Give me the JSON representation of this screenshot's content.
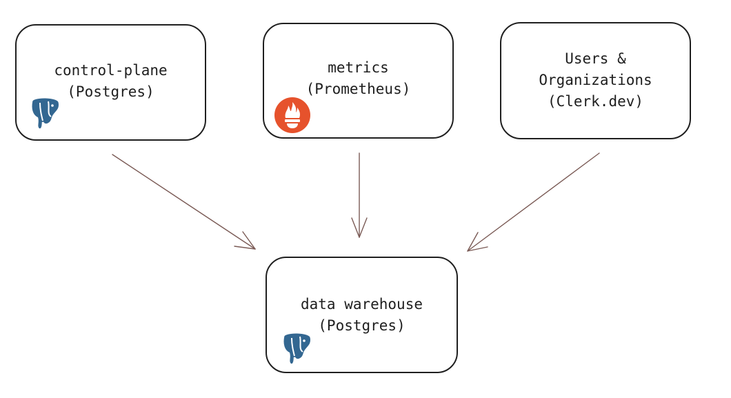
{
  "nodes": {
    "control_plane": {
      "line1": "control-plane",
      "line2": "(Postgres)",
      "icon": "postgres-elephant-icon"
    },
    "metrics": {
      "line1": "metrics",
      "line2": "(Prometheus)",
      "icon": "prometheus-flame-icon"
    },
    "users": {
      "line1": "Users &",
      "line2": "Organizations",
      "line3": "(Clerk.dev)"
    },
    "warehouse": {
      "line1": "data warehouse",
      "line2": "(Postgres)",
      "icon": "postgres-elephant-icon"
    }
  },
  "edges": [
    {
      "from": "control-plane",
      "to": "data warehouse"
    },
    {
      "from": "metrics",
      "to": "data warehouse"
    },
    {
      "from": "Users & Organizations",
      "to": "data warehouse"
    }
  ],
  "colors": {
    "stroke": "#1f1f1f",
    "arrow": "#7a5a55",
    "postgres": "#336791",
    "prometheus": "#e6522c"
  }
}
